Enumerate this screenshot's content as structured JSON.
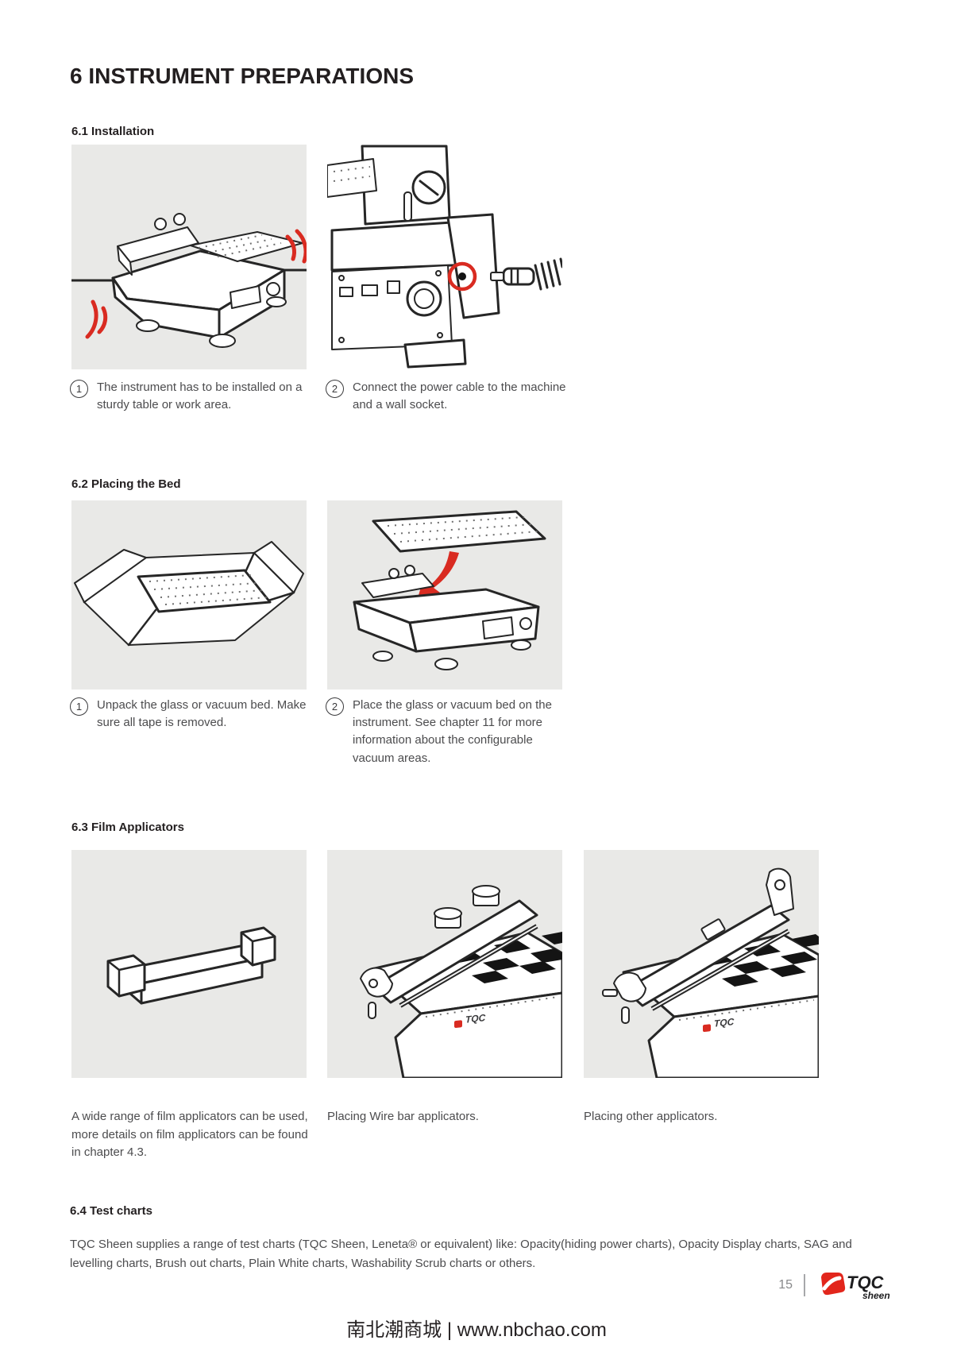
{
  "page": {
    "title": "6 INSTRUMENT PREPARATIONS"
  },
  "colors": {
    "accent_red": "#d92b21",
    "panel_bg": "#e9e9e7",
    "heading": "#231f20",
    "body": "#4c4c4e"
  },
  "sections": {
    "installation": {
      "heading": "6.1 Installation",
      "figures": [
        {
          "alt": "Instrument placed on a sturdy table, vibration marks shown in red"
        },
        {
          "alt": "Power cable being connected to the machine socket, connector circled in red"
        }
      ],
      "steps": [
        {
          "num": "1",
          "text": "The instrument has to be installed on a sturdy table or work area."
        },
        {
          "num": "2",
          "text": "Connect the power cable to the machine and a wall socket."
        }
      ]
    },
    "placing_bed": {
      "heading": "6.2 Placing the Bed",
      "figures": [
        {
          "alt": "Unpacked glass or vacuum bed lying on its wrapping"
        },
        {
          "alt": "Glass or vacuum bed placed on the instrument, red arrow showing placement"
        }
      ],
      "steps": [
        {
          "num": "1",
          "text": "Unpack the glass or vacuum bed. Make sure all tape is removed."
        },
        {
          "num": "2",
          "text": "Place the glass or vacuum bed on the instrument. See chapter 11 for more information about the configurable vacuum areas."
        }
      ]
    },
    "film_applicators": {
      "heading": "6.3 Film Applicators",
      "figures": [
        {
          "alt": "Film applicator bar"
        },
        {
          "alt": "Wire bar applicator placed on the instrument over a checkered test chart"
        },
        {
          "alt": "Other applicator placed on the instrument over a checkered test chart"
        }
      ],
      "captions": [
        "A wide range of film applicators can be used, more details on film applicators can be found in chapter 4.3.",
        "Placing Wire bar applicators.",
        "Placing other applicators."
      ]
    },
    "test_charts": {
      "heading": "6.4 Test charts",
      "body": "TQC Sheen supplies a range of test charts (TQC Sheen, Leneta® or equivalent) like: Opacity(hiding power charts), Opacity Display charts, SAG and levelling charts, Brush out charts, Plain White charts, Washability Scrub charts or others."
    }
  },
  "footer": {
    "page_number": "15",
    "separator": "|"
  },
  "brand": {
    "primary": "TQC",
    "secondary": "sheen"
  },
  "sitebar": {
    "text": "南北潮商城 | www.nbchao.com"
  }
}
